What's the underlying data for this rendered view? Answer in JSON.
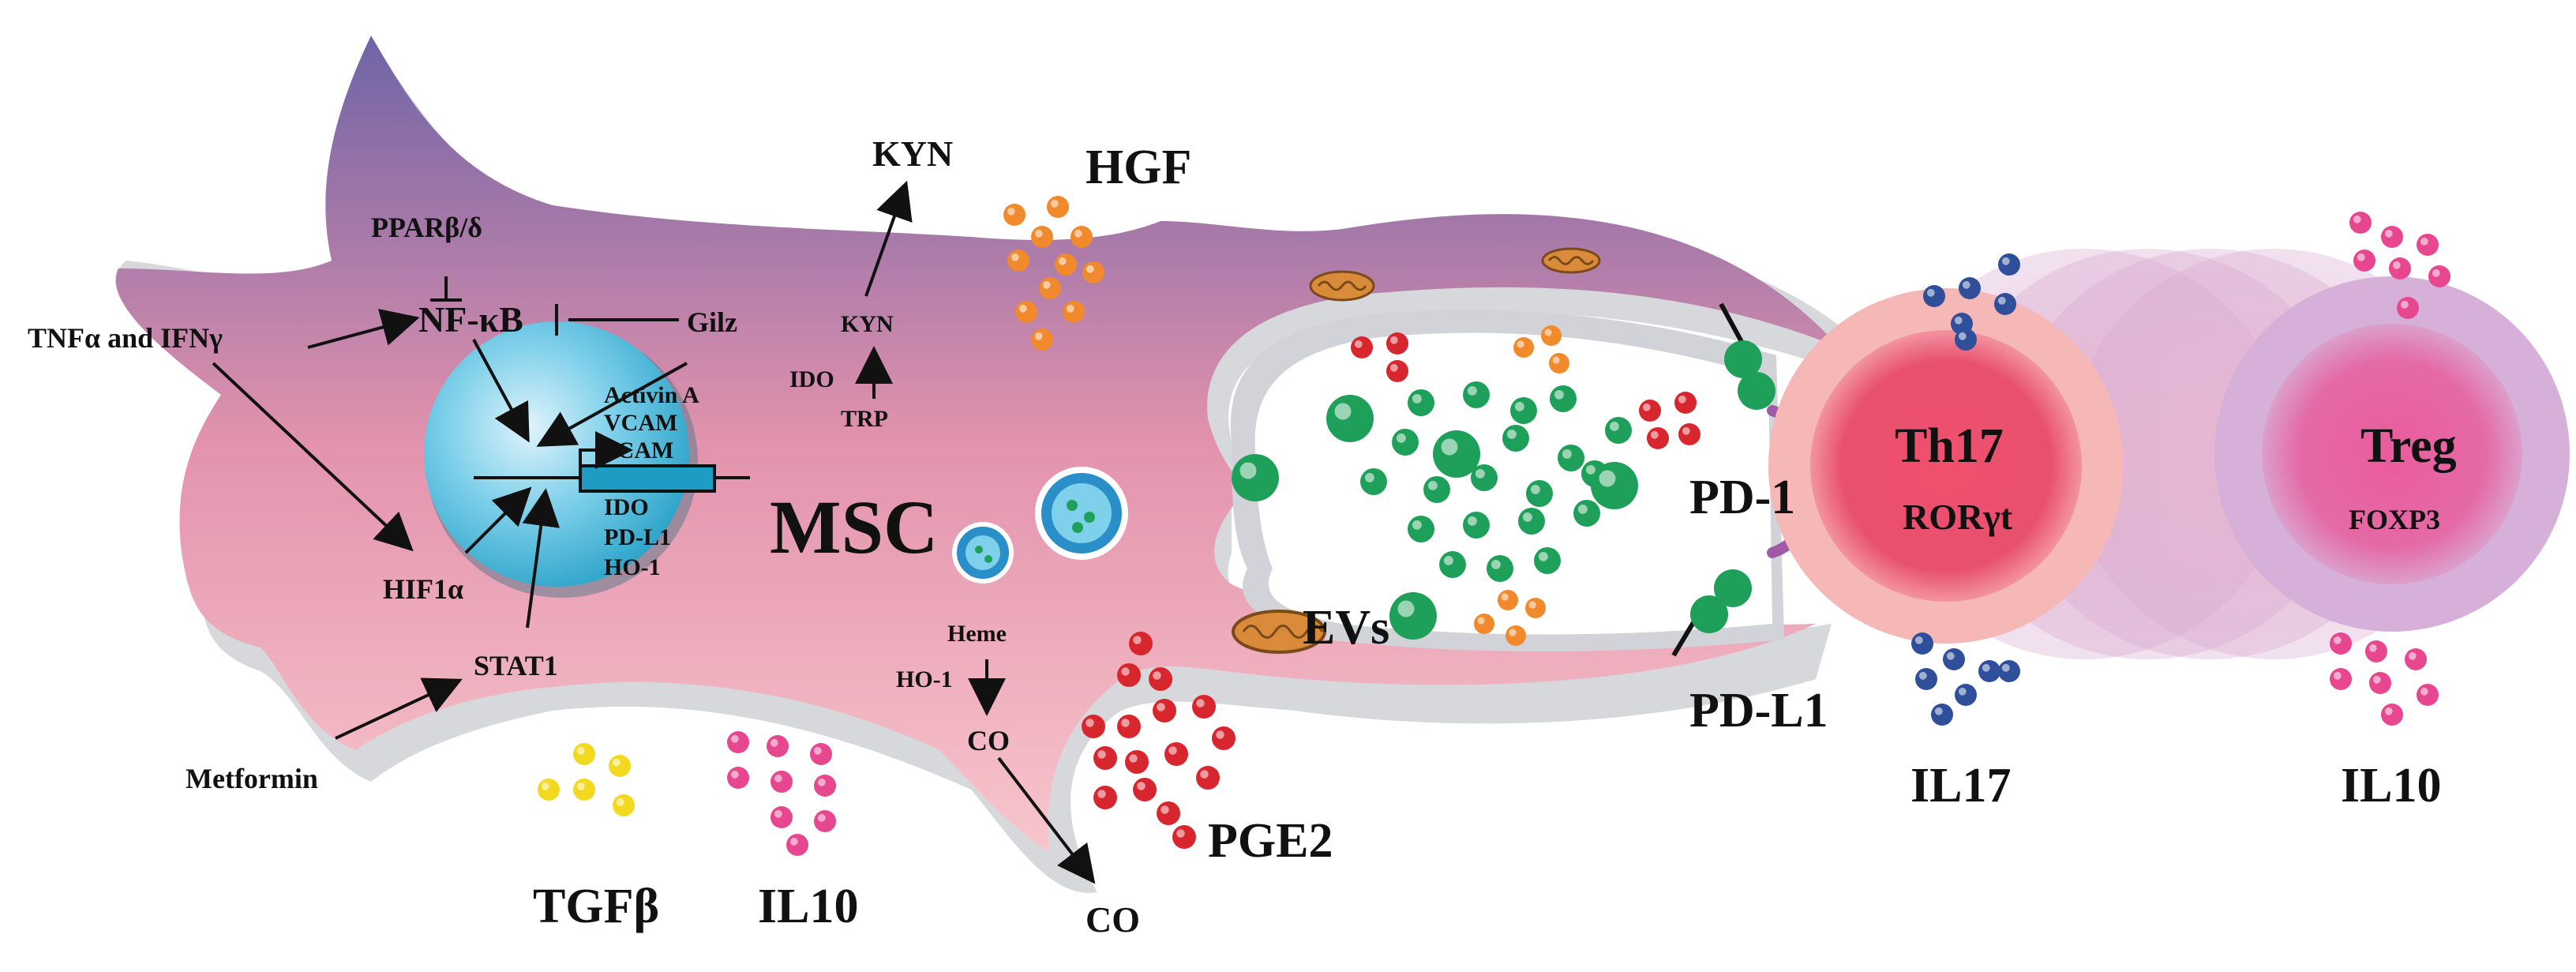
{
  "cell": {
    "label": "MSC",
    "nucleus_genes": [
      "Activin A",
      "VCAM",
      "ICAM",
      "IDO",
      "PD-L1",
      "HO-1"
    ]
  },
  "signals": {
    "tnf_ifn": "TNFα and IFNγ",
    "ppar": "PPARβ/δ",
    "nfkb": "NF-κB",
    "gilz": "Gilz",
    "hif": "HIF1α",
    "stat1": "STAT1",
    "metformin": "Metformin"
  },
  "kyn_pathway": {
    "kyn_out": "KYN",
    "kyn_in": "KYN",
    "ido": "IDO",
    "trp": "TRP"
  },
  "heme_pathway": {
    "heme": "Heme",
    "ho1": "HO-1",
    "co_in": "CO",
    "co_out": "CO"
  },
  "secreted": {
    "hgf": "HGF",
    "pge2": "PGE2",
    "tgfb": "TGFβ",
    "il10_msc": "IL10",
    "evs": "EVs"
  },
  "checkpoint": {
    "pd1": "PD-1",
    "pdl1": "PD-L1"
  },
  "th17": {
    "name": "Th17",
    "tf": "RORγt",
    "cytokine": "IL17"
  },
  "treg": {
    "name": "Treg",
    "tf": "FOXP3",
    "cytokine": "IL10"
  },
  "colors": {
    "cell_top": "#7a6aa8",
    "cell_mid": "#d98fb0",
    "cell_bottom": "#f6c2c8",
    "nucleus": "#2aa6c9",
    "th17": "#e8506d",
    "treg": "#e0639a",
    "green_vesicle": "#1fa05a",
    "orange_granule": "#f08a2c",
    "red_granule": "#d8262f",
    "pink_granule": "#e6478e",
    "yellow_granule": "#f2d91f",
    "blue_granule": "#2f4f9a"
  }
}
